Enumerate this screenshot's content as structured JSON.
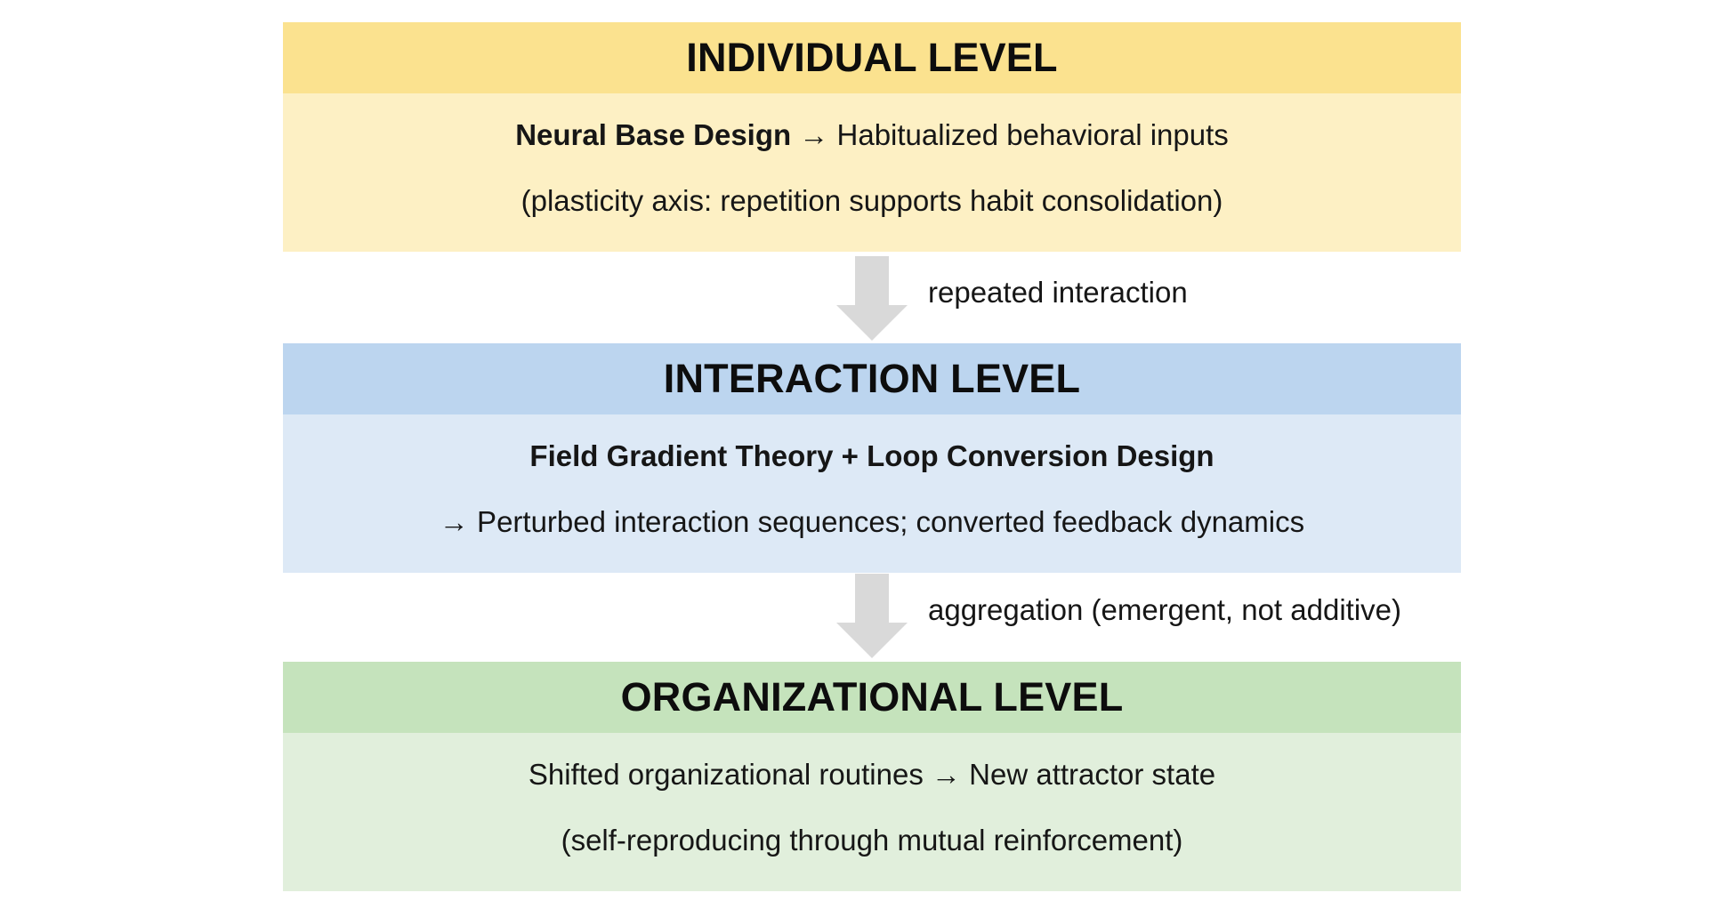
{
  "levels": [
    {
      "title": "INDIVIDUAL LEVEL",
      "line1_bold": "Neural Base Design",
      "line1_rest": " → Habitualized behavioral inputs",
      "line2": "(plasticity axis: repetition supports habit consolidation)",
      "header_color": "#fbe28f",
      "body_color": "#fdf0c4"
    },
    {
      "title": "INTERACTION LEVEL",
      "line1_bold": "Field Gradient Theory + Loop Conversion Design",
      "line2": "→ Perturbed interaction sequences; converted feedback dynamics",
      "header_color": "#bcd5ef",
      "body_color": "#dde9f6"
    },
    {
      "title": "ORGANIZATIONAL LEVEL",
      "line1": "Shifted organizational routines → New attractor state",
      "line2": "(self-reproducing through mutual reinforcement)",
      "header_color": "#c5e3bc",
      "body_color": "#e1efdc"
    }
  ],
  "connectors": [
    {
      "label": "repeated interaction",
      "icon": "down-arrow-icon",
      "color": "#d9d9d9"
    },
    {
      "label": "aggregation (emergent, not additive)",
      "icon": "down-arrow-icon",
      "color": "#d9d9d9"
    }
  ]
}
